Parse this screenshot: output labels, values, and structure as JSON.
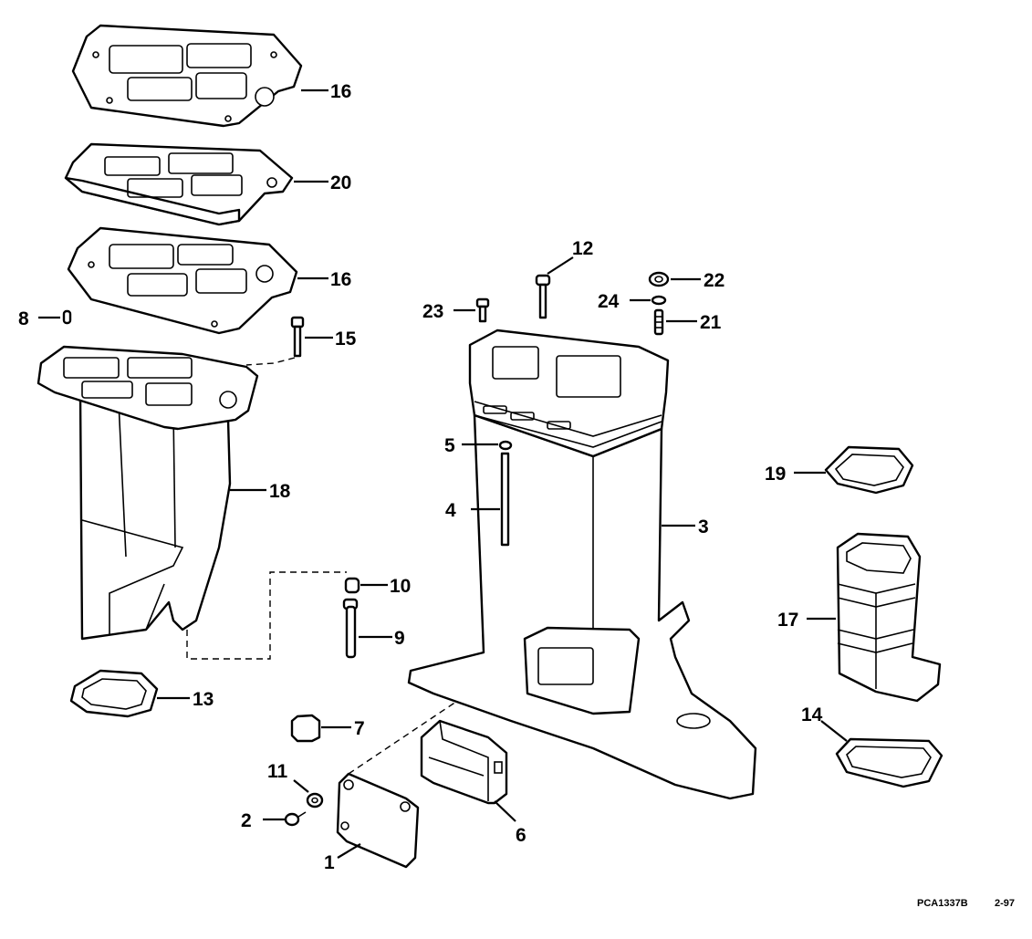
{
  "callouts": {
    "c1": "1",
    "c2": "2",
    "c3": "3",
    "c4": "4",
    "c5": "5",
    "c6": "6",
    "c7": "7",
    "c8": "8",
    "c9": "9",
    "c10": "10",
    "c11": "11",
    "c12": "12",
    "c13": "13",
    "c14": "14",
    "c15": "15",
    "c16a": "16",
    "c16b": "16",
    "c17": "17",
    "c18": "18",
    "c19": "19",
    "c20": "20",
    "c21": "21",
    "c22": "22",
    "c23": "23",
    "c24": "24"
  },
  "footer": {
    "code": "PCA1337B",
    "date": "2-97"
  }
}
